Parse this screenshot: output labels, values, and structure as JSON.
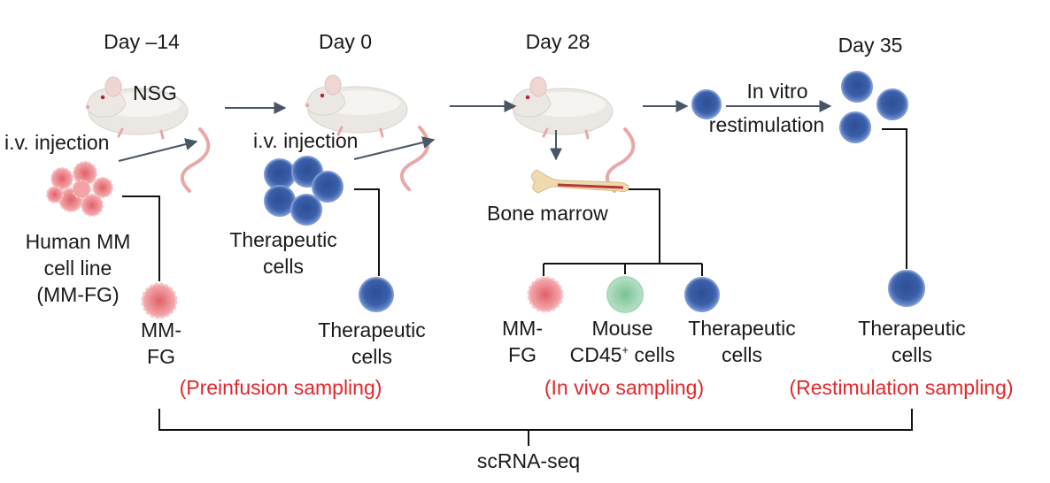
{
  "days": [
    "Day –14",
    "Day 0",
    "Day 28",
    "Day 35"
  ],
  "mouse_label": "NSG",
  "injection_labels": [
    "i.v. injection",
    "i.v. injection"
  ],
  "cell_line_label": [
    "Human MM",
    "cell line",
    "(MM-FG)"
  ],
  "therapeutic_cells_label": [
    "Therapeutic",
    "cells"
  ],
  "bone_marrow_label": "Bone marrow",
  "in_vitro_label": [
    "In vitro",
    "restimulation"
  ],
  "samples": {
    "mmfg": [
      "MM-",
      "FG"
    ],
    "therapeutic": [
      "Therapeutic",
      "cells"
    ],
    "mouse_cd45": [
      "Mouse",
      "CD45",
      "+",
      " cells"
    ]
  },
  "sampling": {
    "preinfusion": "(Preinfusion sampling)",
    "in_vivo": "(In vivo sampling)",
    "restimulation": "(Restimulation sampling)"
  },
  "bottom_label": "scRNA-seq",
  "colors": {
    "text": "#1a1a1a",
    "sampling_red": "#e3262b",
    "arrow": "#4a5565",
    "therapeutic_cell": "#3a5fa8",
    "mm_cell": "#f08a8f",
    "cd45_cell": "#7fc59a",
    "mouse_body": "#ebe8e4"
  },
  "icons": [
    "mouse-icon",
    "mm-cell-cluster-icon",
    "therapeutic-cell-icon",
    "bone-icon",
    "cd45-cell-icon"
  ]
}
